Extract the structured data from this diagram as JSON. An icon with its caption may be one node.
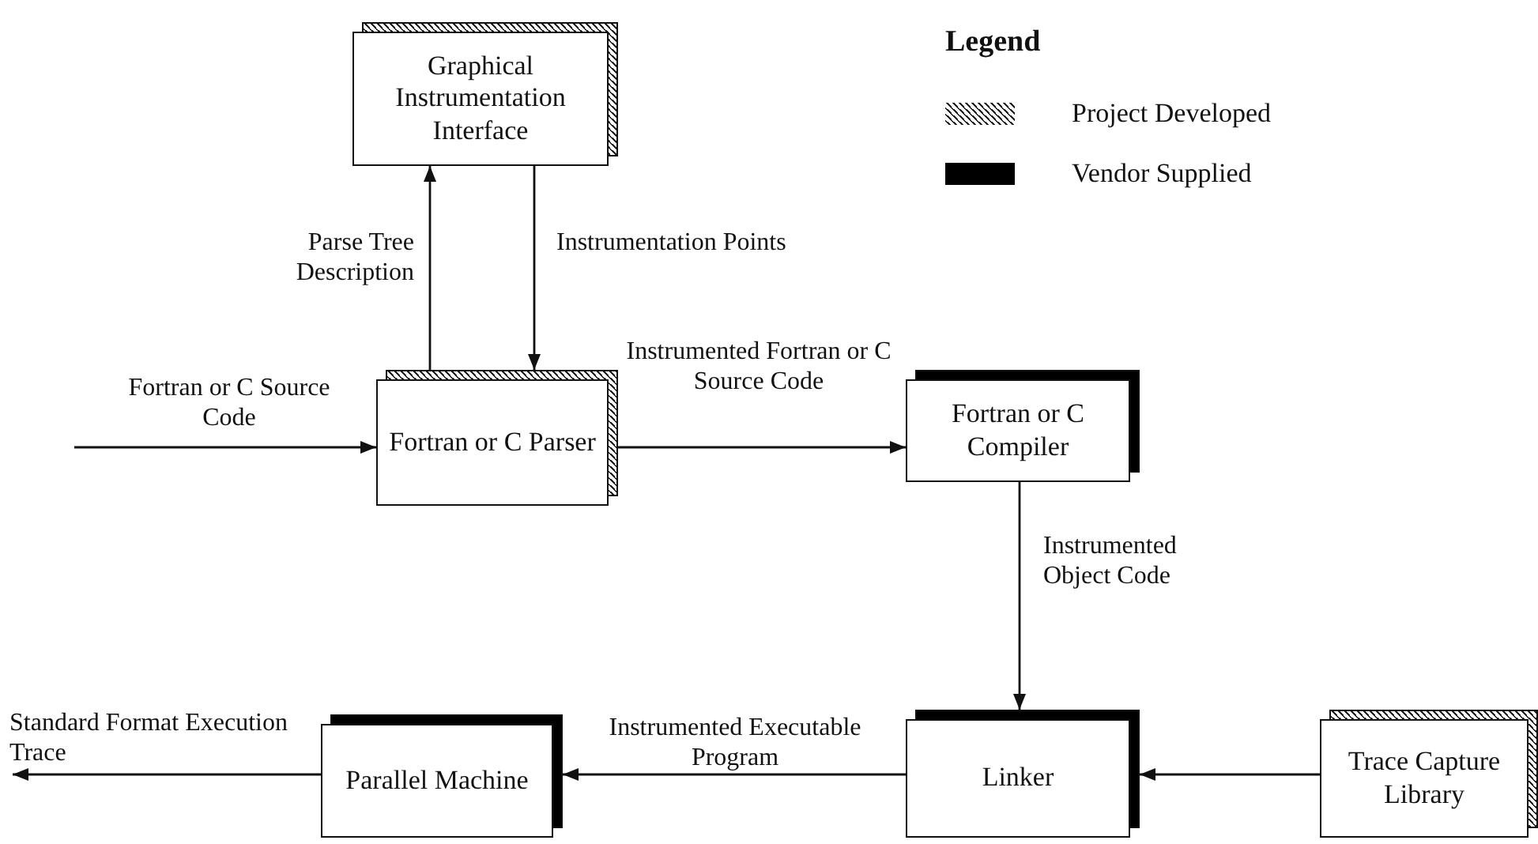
{
  "diagram": {
    "nodes": [
      {
        "text": [
          "Graphical Instrumentation Interface"
        ]
      },
      {
        "text": [
          "Fortran or C Parser"
        ]
      },
      {
        "text": [
          "Fortran or C Compiler"
        ]
      },
      {
        "text": [
          "Parallel Machine"
        ]
      },
      {
        "text": [
          "Linker"
        ]
      },
      {
        "text": [
          "Trace Capture Library"
        ]
      }
    ],
    "edges": [
      {
        "from": null,
        "to": 1,
        "arrow": "to",
        "label": "Fortran or C Source Code"
      },
      {
        "from": 1,
        "to": 0,
        "arrow": "to",
        "label": "Parse Tree Description"
      },
      {
        "from": 0,
        "to": 1,
        "arrow": "to",
        "label": "Instrumentation Points"
      },
      {
        "from": 1,
        "to": 2,
        "arrow": "to",
        "label": "Instrumented Fortran or C Source Code"
      },
      {
        "from": 2,
        "to": 4,
        "arrow": "to",
        "label": "Instrumented Object Code"
      },
      {
        "from": 5,
        "to": 4,
        "arrow": "to"
      },
      {
        "from": 4,
        "to": 3,
        "arrow": "to",
        "label": "Instrumented Executable Program"
      },
      {
        "from": 3,
        "to": null,
        "arrow": "to",
        "label": "Standard Format Execution Trace"
      }
    ],
    "labels": [
      "Legend"
    ],
    "legend": [
      {
        "text": "Project Developed"
      },
      {
        "text": "Vendor Supplied",
        "color": "#000000"
      }
    ]
  }
}
